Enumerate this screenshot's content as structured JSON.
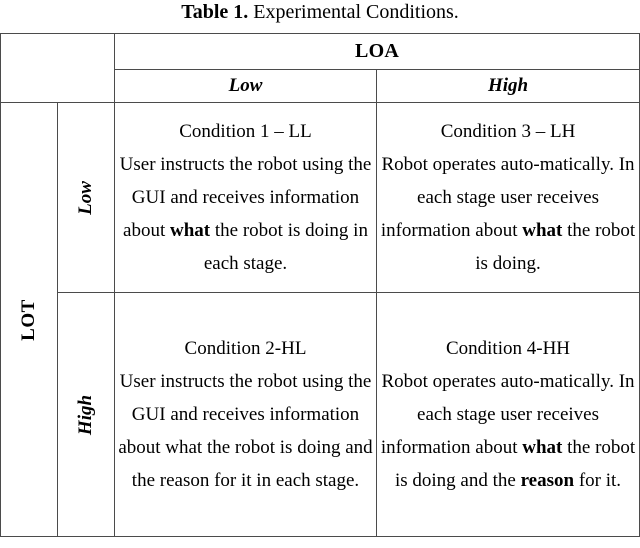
{
  "caption": {
    "label": "Table 1.",
    "text": " Experimental Conditions."
  },
  "table": {
    "column_header_group": "LOA",
    "column_headers": [
      "Low",
      "High"
    ],
    "row_header_group": "LOT",
    "row_headers": [
      "Low",
      "High"
    ],
    "cells": {
      "low_low": {
        "title": "Condition 1 – LL",
        "body_pre": "User instructs the robot using the GUI and receives information about ",
        "body_bold": "what",
        "body_post": " the robot is doing in each stage."
      },
      "low_high": {
        "title": "Condition 3 – LH",
        "body_pre": "Robot operates auto-matically. In each stage user receives information about ",
        "body_bold": "what",
        "body_post": " the robot is doing."
      },
      "high_low": {
        "title": "Condition 2-HL",
        "body_pre": "User instructs the robot using the GUI and receives information about what the robot is doing and the reason for it in each stage.",
        "body_bold": "",
        "body_post": ""
      },
      "high_high": {
        "title": "Condition 4-HH",
        "body_pre": "Robot operates auto-matically. In each stage user receives information about ",
        "body_bold": "what",
        "body_mid": " the robot is doing and the ",
        "body_bold2": "reason",
        "body_post": " for it."
      }
    }
  }
}
